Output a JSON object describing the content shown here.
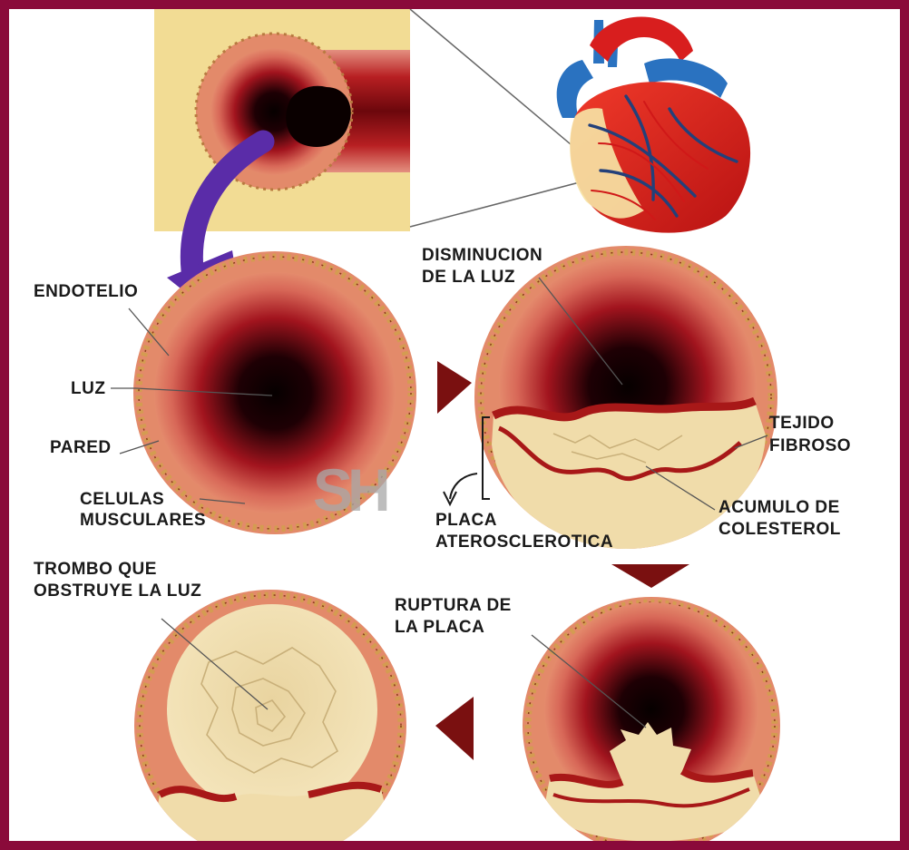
{
  "diagram": {
    "labels": {
      "endotelio": "ENDOTELIO",
      "luz": "LUZ",
      "pared": "PARED",
      "celulas_1": "CELULAS",
      "celulas_2": "MUSCULARES",
      "disminucion_1": "DISMINUCION",
      "disminucion_2": "DE LA LUZ",
      "tejido_1": "TEJIDO",
      "tejido_2": "FIBROSO",
      "acumulo_1": "ACUMULO DE",
      "acumulo_2": "COLESTEROL",
      "placa_1": "PLACA",
      "placa_2": "ATEROSCLEROTICA",
      "trombo_1": "TROMBO QUE",
      "trombo_2": "OBSTRUYE LA LUZ",
      "ruptura_1": "RUPTURA DE",
      "ruptura_2": "LA PLACA"
    },
    "watermark": "SH",
    "colors": {
      "frame": "#8a0a3a",
      "wall": "#e38a6a",
      "lumen_dark": "#1a0004",
      "lumen_red": "#a2141e",
      "plaque": "#f0dcaa",
      "fibrous_cap": "#a81818",
      "arrow": "#5a2ca8",
      "step_arrow": "#7a1010",
      "panel_bg": "#f2dc94"
    }
  }
}
